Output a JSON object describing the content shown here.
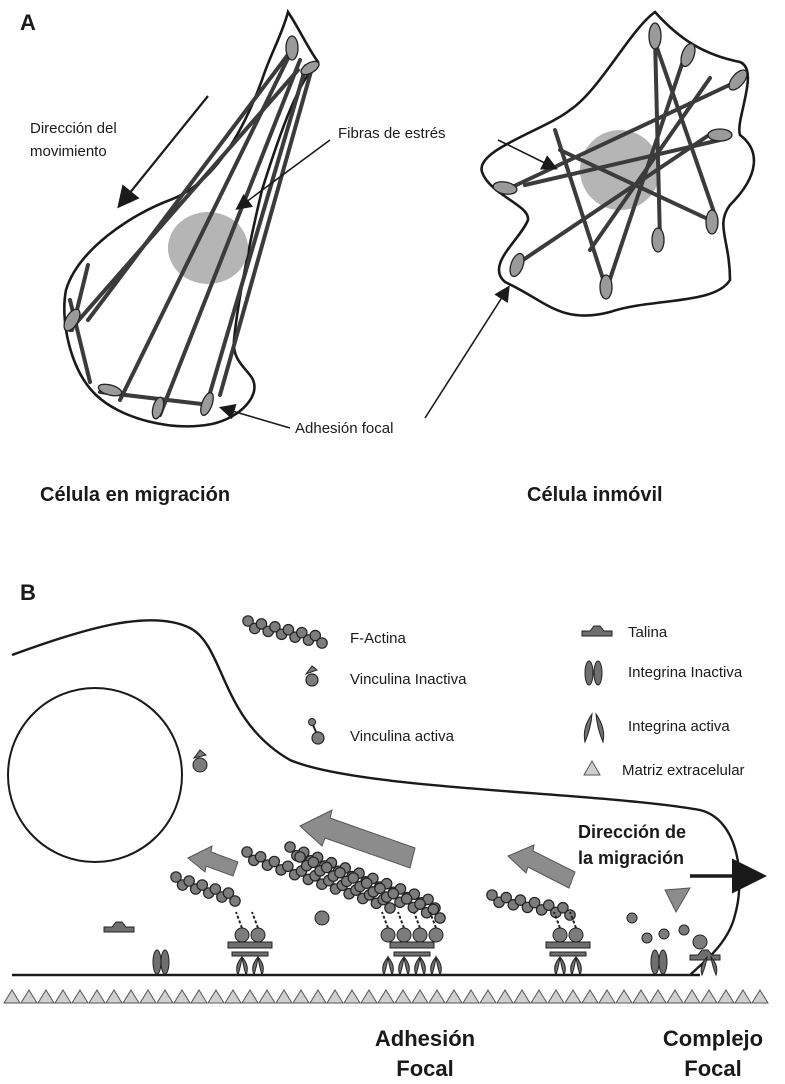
{
  "panel_a": {
    "letter": "A",
    "direction_label_1": "Dirección del",
    "direction_label_2": "movimiento",
    "stress_fibers_label": "Fibras de estrés",
    "focal_adhesion_label": "Adhesión focal",
    "migrating_cell_caption": "Célula en migración",
    "immobile_cell_caption": "Célula inmóvil"
  },
  "panel_b": {
    "letter": "B",
    "legend_left": [
      {
        "label": "F-Actina",
        "icon": "f-actin-icon"
      },
      {
        "label": "Vinculina Inactiva",
        "icon": "inactive-vinculin-icon"
      },
      {
        "label": "Vinculina activa",
        "icon": "active-vinculin-icon"
      }
    ],
    "legend_right": [
      {
        "label": "Talina",
        "icon": "talin-icon"
      },
      {
        "label": "Integrina Inactiva",
        "icon": "inactive-integrin-icon"
      },
      {
        "label": "Integrina activa",
        "icon": "active-integrin-icon"
      },
      {
        "label": "Matriz extracelular",
        "icon": "ecm-triangle-icon"
      }
    ],
    "migration_direction_1": "Dirección de",
    "migration_direction_2": "la migración",
    "focal_adhesion_1": "Adhesión",
    "focal_adhesion_2": "Focal",
    "focal_complex_1": "Complejo",
    "focal_complex_2": "Focal"
  },
  "colors": {
    "ink": "#1a1a1a",
    "fiber": "#3b3b3b",
    "nucleus": "#a8a8a8",
    "adhesion": "#9a9a9a",
    "bead": "#7c7c7c",
    "arrow_fill": "#8c8c8c"
  }
}
